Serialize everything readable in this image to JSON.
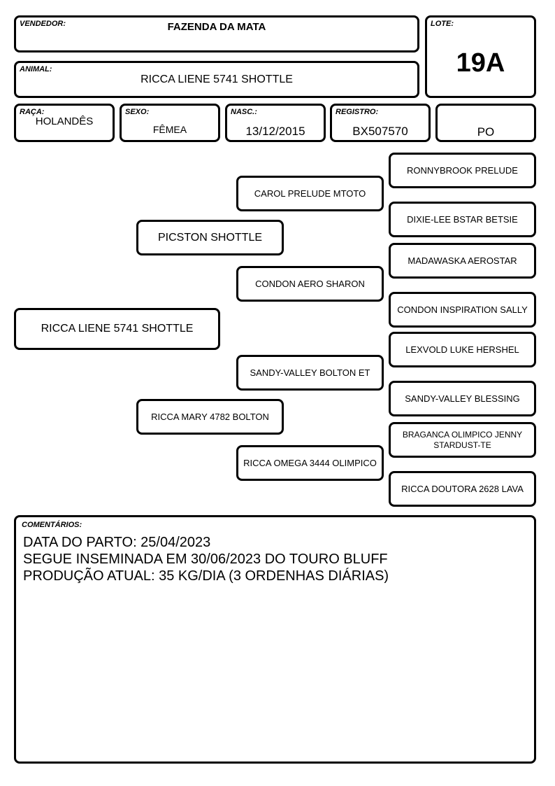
{
  "header": {
    "vendor_label": "VENDEDOR:",
    "vendor_value": "FAZENDA DA MATA",
    "lot_label": "LOTE:",
    "lot_value": "19A",
    "animal_label": "ANIMAL:",
    "animal_value": "RICCA LIENE 5741 SHOTTLE",
    "breed_label": "RAÇA:",
    "breed_value": "HOLANDÊS",
    "sex_label": "SEXO:",
    "sex_value": "FÊMEA",
    "birth_label": "NASC.:",
    "birth_value": "13/12/2015",
    "registry_label": "REGISTRO:",
    "registry_value": "BX507570",
    "category_value": "PO"
  },
  "pedigree": {
    "animal": "RICCA LIENE 5741 SHOTTLE",
    "sire": "PICSTON SHOTTLE",
    "dam": "RICCA MARY 4782 BOLTON",
    "sire_sire": "CAROL PRELUDE MTOTO",
    "sire_dam": "CONDON AERO SHARON",
    "dam_sire": "SANDY-VALLEY BOLTON ET",
    "dam_dam": "RICCA OMEGA 3444 OLIMPICO",
    "ggp": [
      "RONNYBROOK PRELUDE",
      "DIXIE-LEE BSTAR BETSIE",
      "MADAWASKA AEROSTAR",
      "CONDON INSPIRATION SALLY",
      "LEXVOLD LUKE HERSHEL",
      "SANDY-VALLEY BLESSING",
      "BRAGANCA OLIMPICO JENNY STARDUST-TE",
      "RICCA DOUTORA 2628 LAVA"
    ]
  },
  "comments": {
    "label": "COMENTÁRIOS:",
    "lines": [
      "DATA DO PARTO: 25/04/2023",
      "SEGUE INSEMINADA EM 30/06/2023 DO TOURO BLUFF",
      "PRODUÇÃO ATUAL: 35 KG/DIA (3 ORDENHAS DIÁRIAS)"
    ]
  }
}
